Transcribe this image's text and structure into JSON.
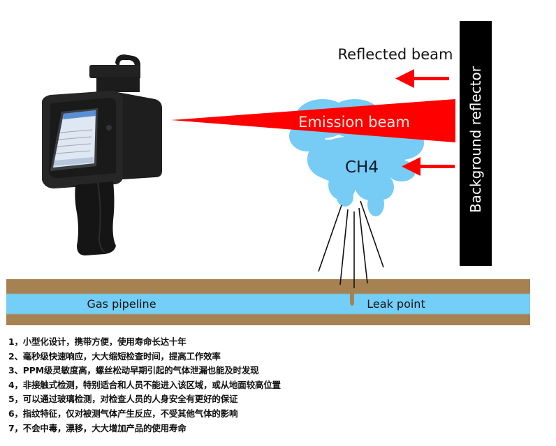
{
  "diagram": {
    "labels": {
      "reflected_beam": "Reflected beam",
      "emission_beam": "Emission beam",
      "gas": "CH4",
      "reflector": "Background reflector",
      "pipeline": "Gas pipeline",
      "leak_point": "Leak point"
    },
    "colors": {
      "beam_red": "#ff0000",
      "gas_cloud": "#76ccf5",
      "pipe_blue": "#73cff8",
      "soil_brown": "#a68252",
      "reflector_black": "#000000",
      "device_dark": "#1c1c1c",
      "screen_blue": "#5a8fd6"
    },
    "device": {
      "name": "handheld laser methane detector"
    }
  },
  "features": [
    "1，小型化设计，携带方便，使用寿命长达十年",
    "2、毫秒级快速响应，大大缩短检查时间，提高工作效率",
    "3、PPM级灵敏度高，螺丝松动早期引起的气体泄漏也能及时发现",
    "4，非接触式检测，特别适合和人员不能进入该区域，或从地面较高位置",
    "5，可以通过玻璃检测，对检查人员的人身安全有更好的保证",
    "6，指纹特征，仅对被测气体产生反应，不受其他气体的影响",
    "7，不会中毒，漂移，大大增加产品的使用寿命"
  ]
}
